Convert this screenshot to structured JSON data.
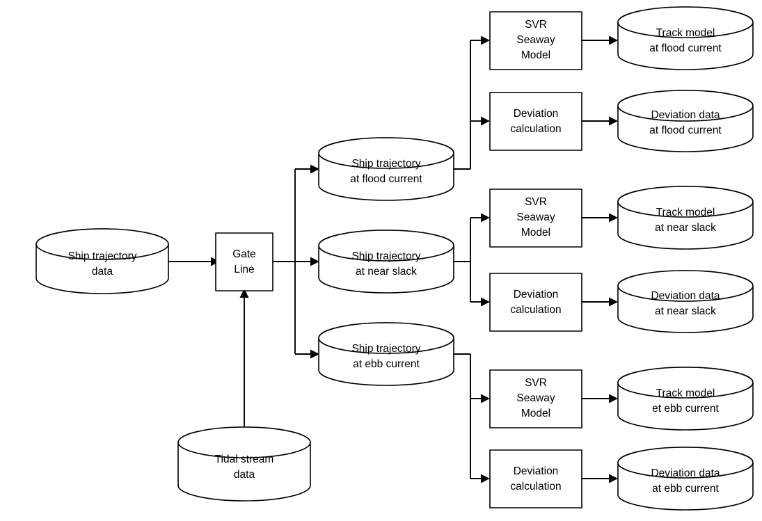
{
  "diagram": {
    "title": "Ship trajectory modelling flowchart",
    "background_color": "#ffffff",
    "line_color": "#000000",
    "text_color": "#000000",
    "nodes": {
      "ship_trajectory_data": {
        "shape": "cylinder",
        "line1": "Ship trajectory",
        "line2": "data"
      },
      "tidal_stream_data": {
        "shape": "cylinder",
        "line1": "Tidal stream",
        "line2": "data"
      },
      "gate_line": {
        "shape": "process",
        "line1": "Gate",
        "line2": "Line"
      },
      "traj_flood": {
        "shape": "cylinder",
        "line1": "Ship trajectory",
        "line2": "at flood current"
      },
      "traj_near_slack": {
        "shape": "cylinder",
        "line1": "Ship trajectory",
        "line2": "at near slack"
      },
      "traj_ebb": {
        "shape": "cylinder",
        "line1": "Ship trajectory",
        "line2": "at ebb current"
      },
      "svr_flood": {
        "shape": "process",
        "line1": "SVR",
        "line2": "Seaway",
        "line3": "Model"
      },
      "dev_calc_flood": {
        "shape": "process",
        "line1": "Deviation",
        "line2": "calculation"
      },
      "track_model_flood": {
        "shape": "cylinder",
        "line1": "Track model",
        "line2": "at flood current"
      },
      "deviation_data_flood": {
        "shape": "cylinder",
        "line1": "Deviation data",
        "line2": "at flood current"
      },
      "svr_near_slack": {
        "shape": "process",
        "line1": "SVR",
        "line2": "Seaway",
        "line3": "Model"
      },
      "dev_calc_near_slack": {
        "shape": "process",
        "line1": "Deviation",
        "line2": "calculation"
      },
      "track_model_near_slack": {
        "shape": "cylinder",
        "line1": "Track model",
        "line2": "at near slack"
      },
      "deviation_data_near_slack": {
        "shape": "cylinder",
        "line1": "Deviation data",
        "line2": "at near slack"
      },
      "svr_ebb": {
        "shape": "process",
        "line1": "SVR",
        "line2": "Seaway",
        "line3": "Model"
      },
      "dev_calc_ebb": {
        "shape": "process",
        "line1": "Deviation",
        "line2": "calculation"
      },
      "track_model_ebb": {
        "shape": "cylinder",
        "line1": "Track model",
        "line2": "et ebb current"
      },
      "deviation_data_ebb": {
        "shape": "cylinder",
        "line1": "Deviation data",
        "line2": "at ebb current"
      }
    },
    "edges": [
      {
        "from": "ship_trajectory_data",
        "to": "gate_line"
      },
      {
        "from": "tidal_stream_data",
        "to": "gate_line"
      },
      {
        "from": "gate_line",
        "to": "traj_flood"
      },
      {
        "from": "gate_line",
        "to": "traj_near_slack"
      },
      {
        "from": "gate_line",
        "to": "traj_ebb"
      },
      {
        "from": "traj_flood",
        "to": "svr_flood"
      },
      {
        "from": "traj_flood",
        "to": "dev_calc_flood"
      },
      {
        "from": "svr_flood",
        "to": "track_model_flood"
      },
      {
        "from": "dev_calc_flood",
        "to": "deviation_data_flood"
      },
      {
        "from": "traj_near_slack",
        "to": "svr_near_slack"
      },
      {
        "from": "traj_near_slack",
        "to": "dev_calc_near_slack"
      },
      {
        "from": "svr_near_slack",
        "to": "track_model_near_slack"
      },
      {
        "from": "dev_calc_near_slack",
        "to": "deviation_data_near_slack"
      },
      {
        "from": "traj_ebb",
        "to": "svr_ebb"
      },
      {
        "from": "traj_ebb",
        "to": "dev_calc_ebb"
      },
      {
        "from": "svr_ebb",
        "to": "track_model_ebb"
      },
      {
        "from": "dev_calc_ebb",
        "to": "deviation_data_ebb"
      }
    ]
  }
}
